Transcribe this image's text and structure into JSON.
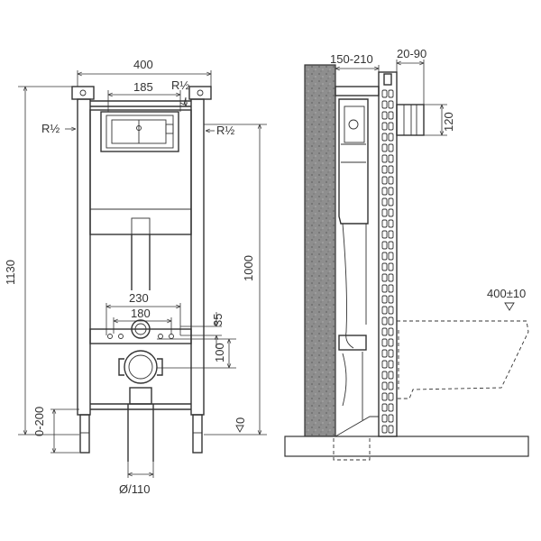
{
  "front": {
    "width_400": "400",
    "width_185": "185",
    "thread_right_top": "R½",
    "thread_left": "R½",
    "thread_right": "R½",
    "height_1130": "1130",
    "height_1000": "1000",
    "width_230": "230",
    "width_180": "180",
    "dim_35": "35",
    "dim_100": "100",
    "adjust_0_200": "0-200",
    "zero": "0",
    "diameter_110": "Ø/110"
  },
  "side": {
    "depth_150_210": "150-210",
    "depth_20_90": "20-90",
    "dim_120": "120",
    "bowl_400": "400±10"
  },
  "colors": {
    "line": "#333333",
    "wall_fill": "#8a8a8a"
  }
}
